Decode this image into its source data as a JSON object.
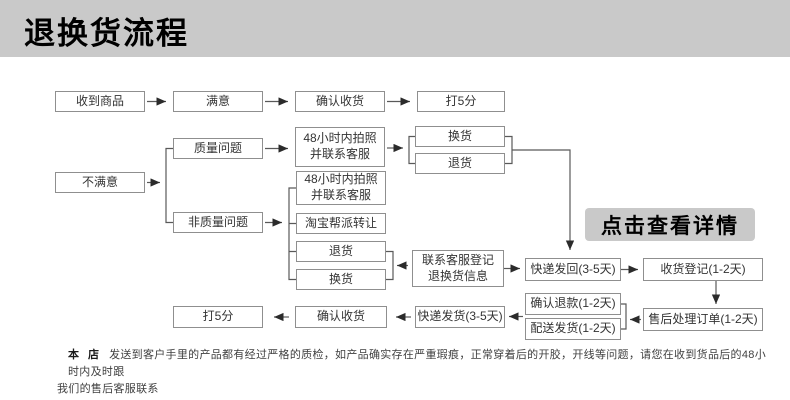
{
  "header": {
    "title": "退换货流程"
  },
  "flow": {
    "nodes": {
      "received": "收到商品",
      "satisfied": "满意",
      "confirm_receipt_top": "确认收货",
      "rate5_top": "打5分",
      "quality_issue": "质量问题",
      "photo48_quality": "48小时内拍照\n并联系客服",
      "exchange_quality": "换货",
      "return_quality": "退货",
      "unsatisfied": "不满意",
      "non_quality_issue": "非质量问题",
      "photo48_nonquality": "48小时内拍照\n并联系客服",
      "taobao_transfer": "淘宝帮派转让",
      "return_nonquality": "退货",
      "exchange_nonquality": "换货",
      "contact_cs": "联系客服登记\n退换货信息",
      "express_back": "快递发回(3-5天)",
      "receipt_register": "收货登记(1-2天)",
      "aftersales_order": "售后处理订单(1-2天)",
      "confirm_refund": "确认退款(1-2天)",
      "dispatch_goods": "配送发货(1-2天)",
      "express_send": "快递发货(3-5天)",
      "confirm_receipt_bottom": "确认收货",
      "rate5_bottom": "打5分"
    }
  },
  "details_button": {
    "label": "点击查看详情"
  },
  "footer": {
    "prefix": "本 店",
    "line1": "发送到客户手里的产品都有经过严格的质检，如产品确实存在严重瑕痕，正常穿着后的开胶，开线等问题，请您在收到货品后的48小时内及时跟",
    "line2": "我们的售后客服联系"
  },
  "colors": {
    "header_bg": "#c9c9c9",
    "box_border": "#8f8f8f",
    "connector_line": "#595959",
    "arrowhead": "#2b2b2b",
    "box_text": "#333333",
    "footer_text": "#404040"
  }
}
